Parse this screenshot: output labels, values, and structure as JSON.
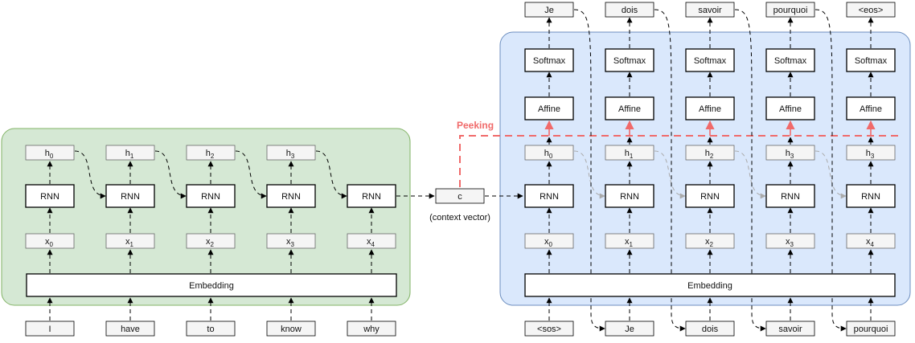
{
  "encoder": {
    "tokens": [
      "I",
      "have",
      "to",
      "know",
      "why"
    ],
    "x": [
      {
        "base": "x",
        "sub": "0"
      },
      {
        "base": "x",
        "sub": "1"
      },
      {
        "base": "x",
        "sub": "2"
      },
      {
        "base": "x",
        "sub": "3"
      },
      {
        "base": "x",
        "sub": "4"
      }
    ],
    "h": [
      {
        "base": "h",
        "sub": "0"
      },
      {
        "base": "h",
        "sub": "1"
      },
      {
        "base": "h",
        "sub": "2"
      },
      {
        "base": "h",
        "sub": "3"
      }
    ],
    "rnn_label": "RNN",
    "embedding_label": "Embedding",
    "background": "#d5e8d4",
    "border": "#82b366"
  },
  "context": {
    "label": "c",
    "caption": "(context vector)"
  },
  "peeking_label": "Peeking",
  "peeking_color": "#f06a6a",
  "decoder": {
    "inputs": [
      "<sos>",
      "Je",
      "dois",
      "savoir",
      "pourquoi"
    ],
    "outputs": [
      "Je",
      "dois",
      "savoir",
      "pourquoi",
      "<eos>"
    ],
    "x": [
      {
        "base": "x",
        "sub": "0"
      },
      {
        "base": "x",
        "sub": "1"
      },
      {
        "base": "x",
        "sub": "2"
      },
      {
        "base": "x",
        "sub": "3"
      },
      {
        "base": "x",
        "sub": "4"
      }
    ],
    "h": [
      {
        "base": "h",
        "sub": "0"
      },
      {
        "base": "h",
        "sub": "1"
      },
      {
        "base": "h",
        "sub": "2"
      },
      {
        "base": "h",
        "sub": "3"
      },
      {
        "base": "h",
        "sub": "3"
      }
    ],
    "rnn_label": "RNN",
    "affine_label": "Affine",
    "softmax_label": "Softmax",
    "embedding_label": "Embedding",
    "background": "#dae8fc",
    "border": "#6c8ebf"
  }
}
